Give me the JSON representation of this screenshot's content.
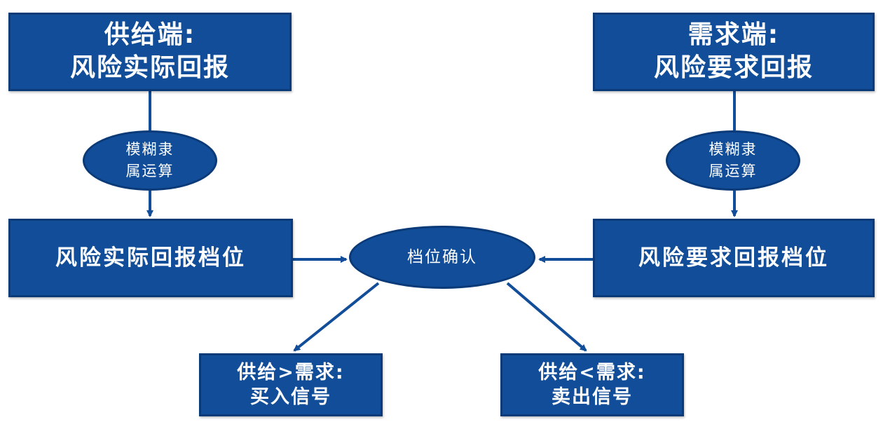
{
  "supply_box": {
    "line1": "供给端:",
    "line2": "风险实际回报"
  },
  "demand_box": {
    "line1": "需求端:",
    "line2": "风险要求回报"
  },
  "supply_fuzzy": {
    "line1": "模糊隶",
    "line2": "属运算"
  },
  "demand_fuzzy": {
    "line1": "模糊隶",
    "line2": "属运算"
  },
  "supply_level": {
    "label": "风险实际回报档位"
  },
  "demand_level": {
    "label": "风险要求回报档位"
  },
  "level_confirm": {
    "label": "档位确认"
  },
  "buy_box": {
    "line1": "供给>需求:",
    "line2": "买入信号"
  },
  "sell_box": {
    "line1": "供给<需求:",
    "line2": "卖出信号"
  },
  "colors": {
    "node_fill": "#114d98",
    "node_border": "#0a3a78",
    "arrow": "#114d98"
  }
}
